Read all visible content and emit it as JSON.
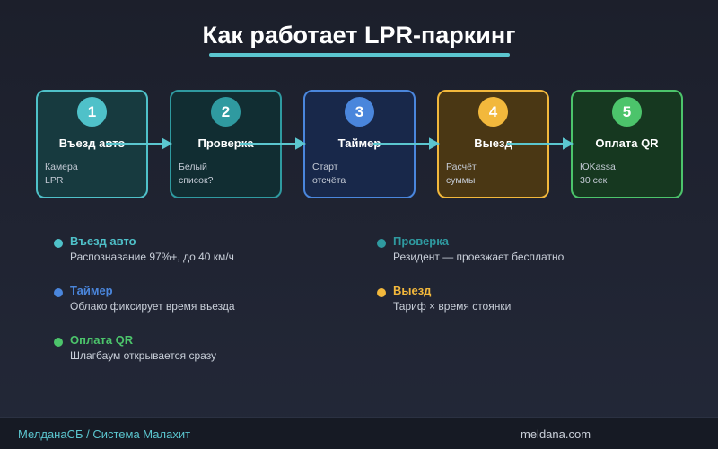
{
  "title": "Как работает LPR-паркинг",
  "steps": [
    {
      "num": "1",
      "title": "Въезд авто",
      "desc": "Камера LPR",
      "color": "#4fc1c9",
      "bg": "#173a3f"
    },
    {
      "num": "2",
      "title": "Проверка",
      "desc": "Белый список?",
      "color": "#2f9aa0",
      "bg": "#112d32"
    },
    {
      "num": "3",
      "title": "Таймер",
      "desc": "Старт отсчёта",
      "color": "#4a86dc",
      "bg": "#18284a"
    },
    {
      "num": "4",
      "title": "Выезд",
      "desc": "Расчёт суммы",
      "color": "#f2b83c",
      "bg": "#4a3714"
    },
    {
      "num": "5",
      "title": "Оплата QR",
      "desc": "ЮKassa 30 сек",
      "color": "#4cc46b",
      "bg": "#163820"
    }
  ],
  "legend": [
    {
      "title": "Въезд авто",
      "desc": "Распознавание 97%+, до 40 км/ч",
      "color": "#4fc1c9"
    },
    {
      "title": "Проверка",
      "desc": "Резидент — проезжает бесплатно",
      "color": "#2f9aa0"
    },
    {
      "title": "Таймер",
      "desc": "Облако фиксирует время въезда",
      "color": "#4a86dc"
    },
    {
      "title": "Выезд",
      "desc": "Тариф × время стоянки",
      "color": "#f2b83c"
    },
    {
      "title": "Оплата QR",
      "desc": "Шлагбаум открывается сразу",
      "color": "#4cc46b"
    }
  ],
  "footer": {
    "left": "МелданаСБ / Система Малахит",
    "right": "meldana.com"
  },
  "colors": {
    "accent": "#5bc6cf"
  }
}
